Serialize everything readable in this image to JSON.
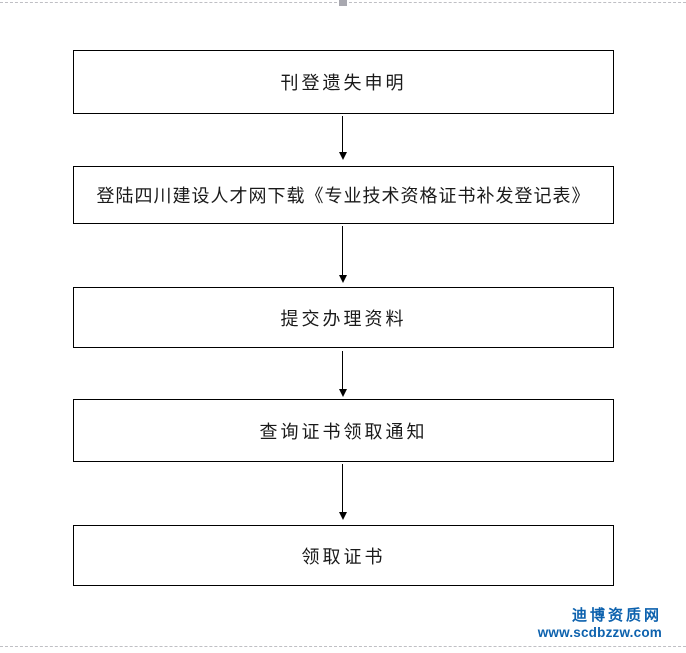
{
  "flowchart": {
    "steps": [
      {
        "label": "刊登遗失申明"
      },
      {
        "label": "登陆四川建设人才网下载《专业技术资格证书补发登记表》"
      },
      {
        "label": "提交办理资料"
      },
      {
        "label": "查询证书领取通知"
      },
      {
        "label": "领取证书"
      }
    ]
  },
  "watermark": {
    "site_name": "迪博资质网",
    "site_url": "www.scdbzzw.com",
    "color": "#0d62ae"
  }
}
